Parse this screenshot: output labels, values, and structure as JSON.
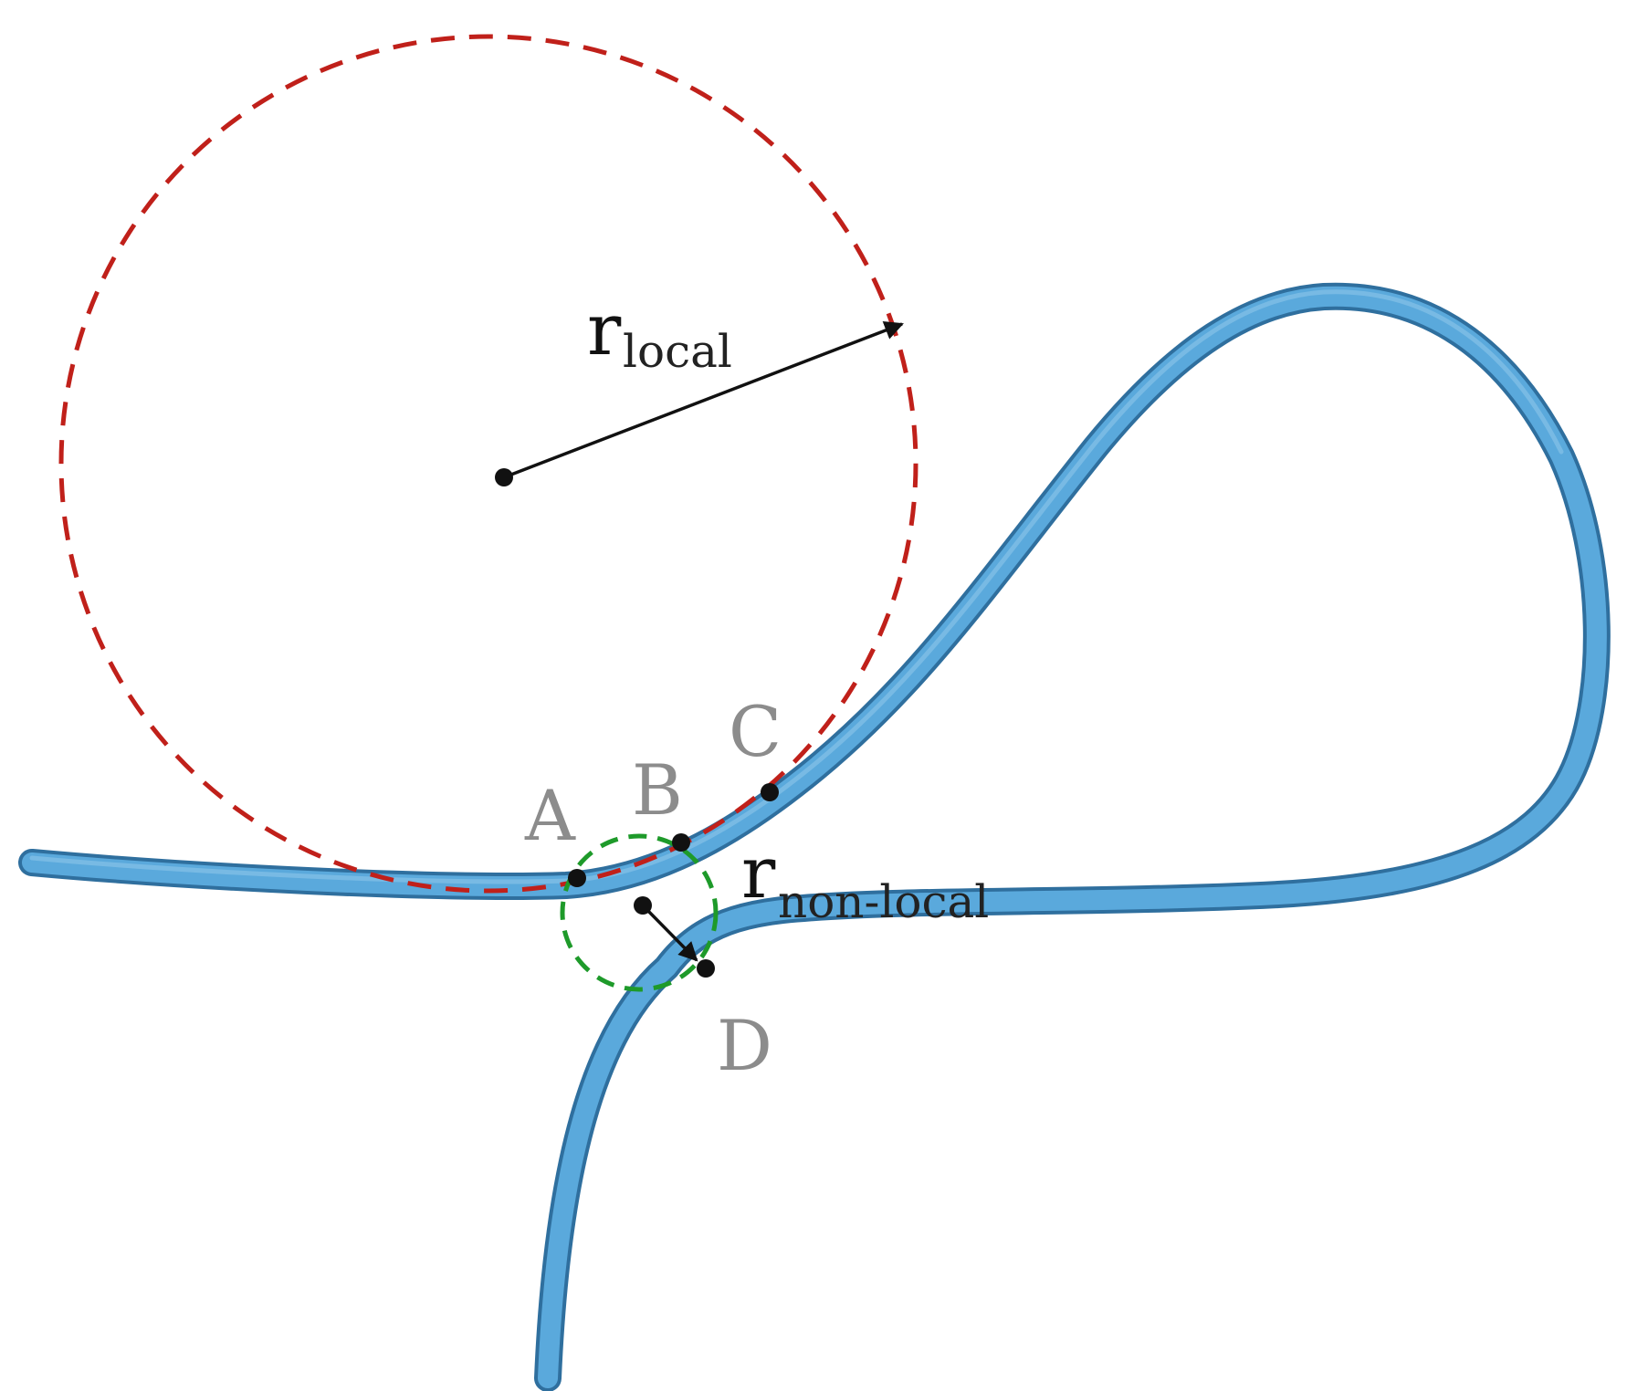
{
  "labels": {
    "point_a": "A",
    "point_b": "B",
    "point_c": "C",
    "point_d": "D",
    "r_local_main": "r",
    "r_local_sub": "local",
    "r_nonlocal_main": "r",
    "r_nonlocal_sub": "non-local"
  },
  "colors": {
    "curve": "#4d9fd6",
    "curve_edge": "#2f6f9e",
    "local_circle": "#c0201a",
    "nonlocal_circle": "#1e9a2a",
    "arrow": "#111111",
    "point_label": "#8c8c8c"
  }
}
